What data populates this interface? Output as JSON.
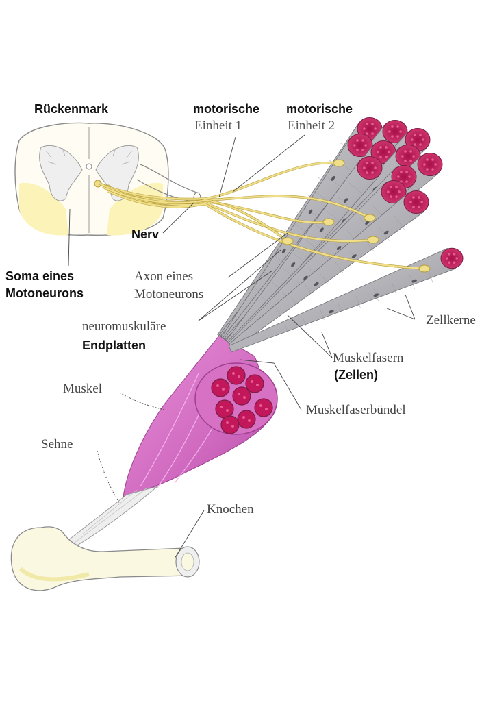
{
  "labels": {
    "rueckenmark": "Rückenmark",
    "motorische_1": "motorische",
    "einheit_1": "Einheit 1",
    "motorische_2": "motorische",
    "einheit_2": "Einheit 2",
    "nerv": "Nerv",
    "soma_1": "Soma eines",
    "soma_2": "Motoneurons",
    "axon_1": "Axon eines",
    "axon_2": "Motoneurons",
    "nmj_1": "neuromuskuläre",
    "nmj_2": "Endplatten",
    "zellkerne": "Zellkerne",
    "muskelfasern": "Muskelfasern",
    "zellen": "(Zellen)",
    "muskel": "Muskel",
    "muskelfaserbuendel": "Muskelfaserbündel",
    "sehne": "Sehne",
    "knochen": "Knochen"
  },
  "colors": {
    "muscle": "#d86fc8",
    "fiber_end": "#c2185b",
    "fiber": "#b9b9be",
    "axon": "#f0df8a",
    "spinal_gray": "#fcf6c8",
    "bone": "#fbf8e2",
    "line": "#444444"
  }
}
